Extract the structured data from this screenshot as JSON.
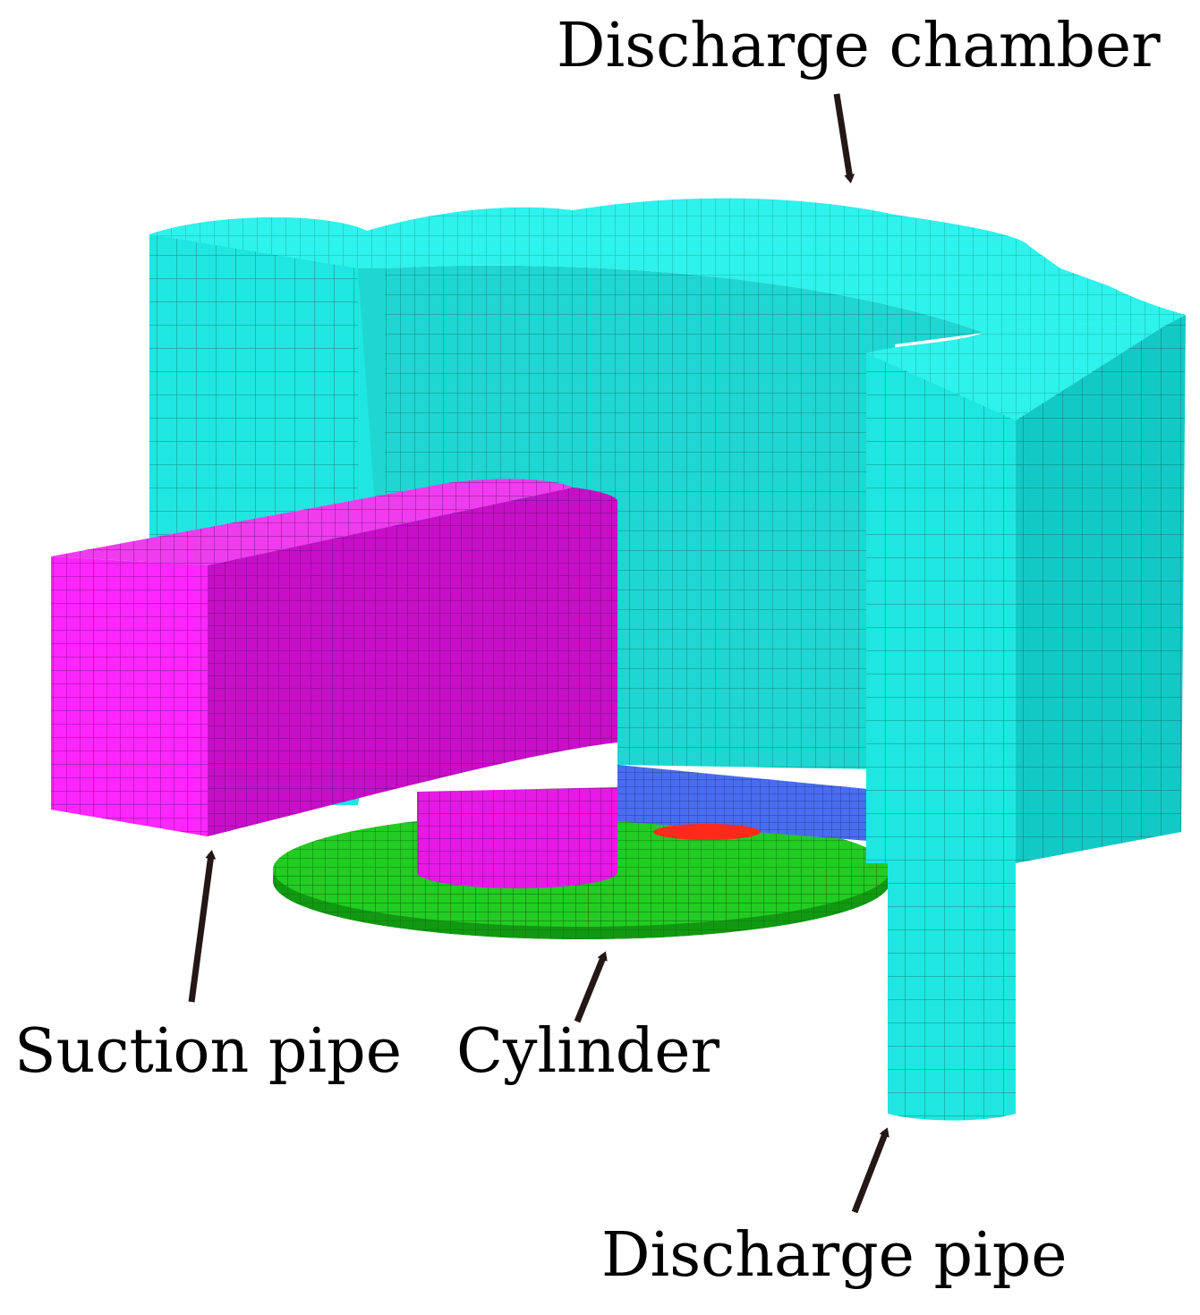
{
  "labels": {
    "discharge_chamber": "Discharge chamber",
    "suction_pipe": "Suction pipe",
    "cylinder": "Cylinder",
    "discharge_pipe": "Discharge pipe"
  },
  "colors": {
    "chamber": "#1fe6e0",
    "chamber_dark": "#13c9c5",
    "suction": "#e619e6",
    "suction_dark": "#c70fc7",
    "cylinder": "#22cc22",
    "cylinder_dark": "#129912",
    "valve_blue": "#4a6cf0",
    "valve_red": "#ff2a1a",
    "mesh_line": "#1a2a2a",
    "arrow": "#231815"
  },
  "parts": {
    "chamber_icon": "discharge-chamber-mesh",
    "suction_icon": "suction-pipe-mesh",
    "cylinder_icon": "cylinder-disc-mesh",
    "discharge_pipe_icon": "discharge-pipe-mesh"
  }
}
